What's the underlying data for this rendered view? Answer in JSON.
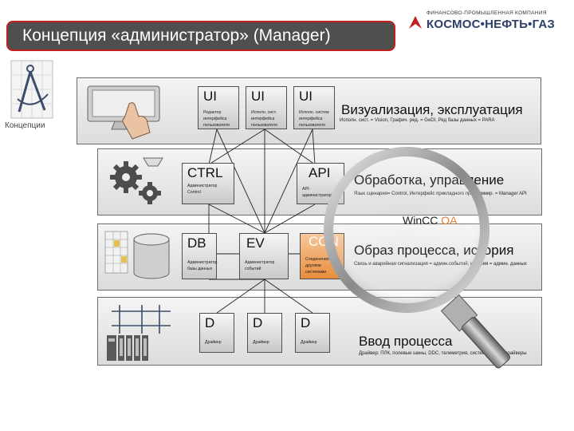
{
  "title": "Концепция «администратор» (Manager)",
  "logo": {
    "small_text": "ФИНАНСОВО-ПРОМЫШЛЕННАЯ КОМПАНИЯ",
    "big_text": "КОСМОС•НЕФТЬ•ГАЗ",
    "brand_color": "#2c3e6a",
    "mark_color": "#c02020"
  },
  "side_label": "Концепции",
  "layers": {
    "viz": {
      "title": "Визуализация, эксплуатация",
      "desc": "Исполн. сист. = Vision, Графич. ред. = GeDI, Ред базы данных = PARA"
    },
    "control": {
      "title": "Обработка, управление",
      "desc": "Язык сценария= Control, Интерфейс прикладного программир. = Manager API"
    },
    "process": {
      "title": "Образ процесса, история",
      "desc": "Связь и аварийная сигнализация = админ.событий, история = админ. данных"
    },
    "input": {
      "title": "Ввод процесса",
      "desc": "Драйвер: ПЛК, полевые шины, DDC, телеметрия, системы, спец. драйверы"
    }
  },
  "boxes": {
    "ui1": {
      "head": "UI",
      "sub": [
        "Редактор",
        "интерфейса",
        "пользователя"
      ]
    },
    "ui2": {
      "head": "UI",
      "sub": [
        "Исполн. сист.",
        "интерфейса",
        "пользователя"
      ]
    },
    "ui3": {
      "head": "UI",
      "sub": [
        "Исполн. систем",
        "интерфейса",
        "пользователя"
      ]
    },
    "ctrl": {
      "head": "CTRL",
      "sub": [
        "Администратор",
        "Control"
      ]
    },
    "api": {
      "head": "API",
      "sub": [
        "API-",
        "администратор"
      ]
    },
    "db": {
      "head": "DB",
      "sub": [
        "Администратор",
        "базы данных"
      ]
    },
    "ev": {
      "head": "EV",
      "sub": [
        "Администратор",
        "событий"
      ]
    },
    "con": {
      "head": "CON",
      "sub": [
        "Соединения с",
        "другими",
        "системами"
      ]
    },
    "d1": {
      "head": "D",
      "sub": [
        "Драйвер"
      ]
    },
    "d2": {
      "head": "D",
      "sub": [
        "Драйвер"
      ]
    },
    "d3": {
      "head": "D",
      "sub": [
        "Драйвер"
      ]
    }
  },
  "wincc": {
    "prefix": "WinCC ",
    "suffix": "OA"
  },
  "colors": {
    "accent_orange": "#e98e3c",
    "title_bg": "#4f4f4f",
    "title_border": "#c02020"
  }
}
